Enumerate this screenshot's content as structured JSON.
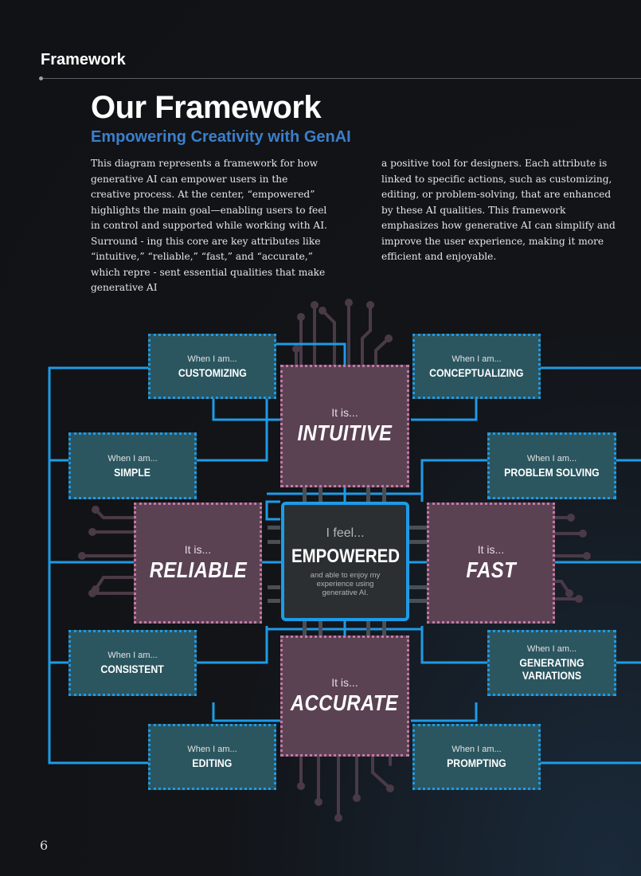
{
  "header": {
    "section": "Framework"
  },
  "title": "Our Framework",
  "subtitle": "Empowering Creativity with GenAI",
  "body": {
    "col1": "This diagram represents a framework for how generative AI can empower users in the creative process. At the center, “empowered” highlights the main goal—enabling users to feel in control and supported while working with AI. Surround - ing this core are key attributes like “intuitive,” “reliable,” “fast,” and “accurate,” which repre - sent essential qualities that make generative AI",
    "col2": "a positive tool for designers. Each attribute is linked to specific actions, such as customizing, editing, or problem-solving, that are enhanced by these AI qualities. This framework emphasizes how generative AI can simplify and improve the user experience, making it more efficient and enjoyable."
  },
  "diagram": {
    "center": {
      "prefix": "I feel...",
      "label": "EMPOWERED",
      "description": "and able to enjoy my experience using generative AI."
    },
    "attribute_prefix": "It is...",
    "attributes": {
      "top": "INTUITIVE",
      "left": "RELIABLE",
      "right": "FAST",
      "bottom": "ACCURATE"
    },
    "action_prefix": "When I am...",
    "actions": {
      "customizing": "CUSTOMIZING",
      "conceptualizing": "CONCEPTUALIZING",
      "simple": "SIMPLE",
      "problem_solving": "PROBLEM SOLVING",
      "consistent": "CONSISTENT",
      "generating_variations": "GENERATING VARIATIONS",
      "editing": "EDITING",
      "prompting": "PROMPTING"
    },
    "colors": {
      "connector": "#1e9be6",
      "attribute_fill": "#5a4253",
      "action_fill": "#2b5660",
      "circuit": "#4a3a47"
    }
  },
  "page_number": "6"
}
